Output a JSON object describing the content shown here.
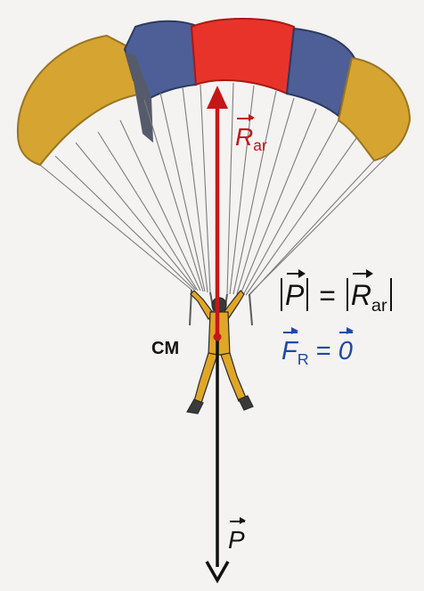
{
  "labels": {
    "rar": {
      "symbol": "R",
      "subscript": "ar"
    },
    "p": {
      "symbol": "P"
    },
    "cm": "CM",
    "equation_magnitude": {
      "left_symbol": "P",
      "equals": "=",
      "right_symbol": "R",
      "right_subscript": "ar"
    },
    "equation_net": {
      "symbol": "F",
      "subscript": "R",
      "equals": "=",
      "zero": "0"
    }
  },
  "colors": {
    "air_resistance_vector": "#c41818",
    "weight_vector": "#111111",
    "net_force_equation": "#1c4aa6",
    "canopy_center": "#e8332b",
    "canopy_blue": "#4d5f96",
    "canopy_yellow": "#d6a431",
    "suit": "#e0a626"
  },
  "icons": [
    "parachutist-illustration",
    "force-arrow-up",
    "force-arrow-down"
  ]
}
